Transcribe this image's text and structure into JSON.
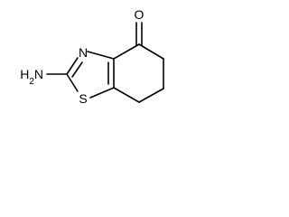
{
  "structure": {
    "atoms": {
      "oxygen": "O",
      "ring_nitrogen": "N",
      "sulfur": "S",
      "amino_group": "H2N"
    }
  }
}
